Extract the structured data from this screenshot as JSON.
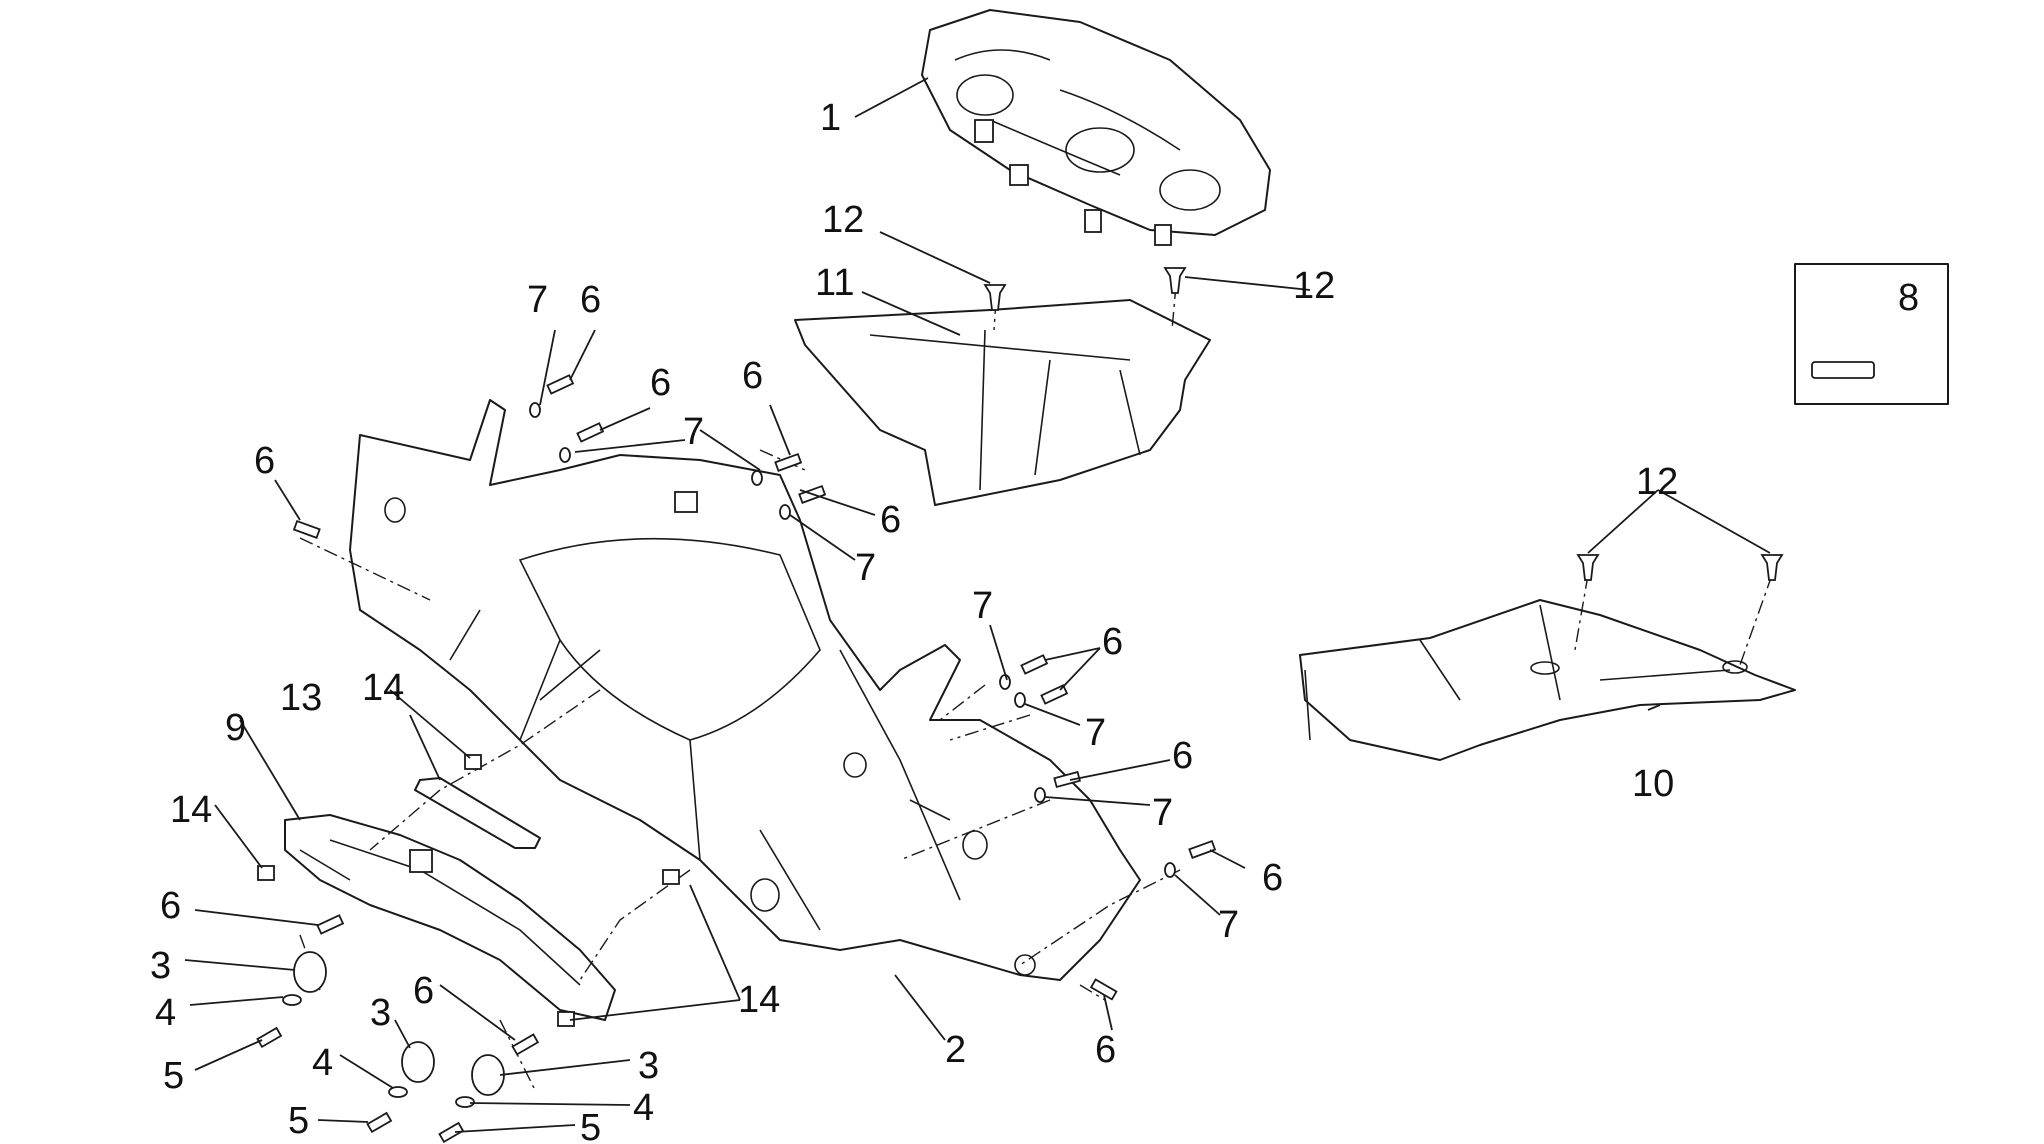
{
  "callouts": {
    "c1": "1",
    "c2": "2",
    "c3a": "3",
    "c3b": "3",
    "c3c": "3",
    "c4a": "4",
    "c4b": "4",
    "c4c": "4",
    "c5a": "5",
    "c5b": "5",
    "c5c": "5",
    "c6a": "6",
    "c6b": "6",
    "c6c": "6",
    "c6d": "6",
    "c6e": "6",
    "c6f": "6",
    "c6g": "6",
    "c6h": "6",
    "c6i": "6",
    "c6j": "6",
    "c6k": "6",
    "c7a": "7",
    "c7b": "7",
    "c7c": "7",
    "c7d": "7",
    "c7e": "7",
    "c7f": "7",
    "c7g": "7",
    "c8": "8",
    "c9": "9",
    "c10": "10",
    "c11": "11",
    "c12a": "12",
    "c12b": "12",
    "c12c": "12",
    "c13": "13",
    "c14a": "14",
    "c14b": "14",
    "c14c": "14"
  }
}
